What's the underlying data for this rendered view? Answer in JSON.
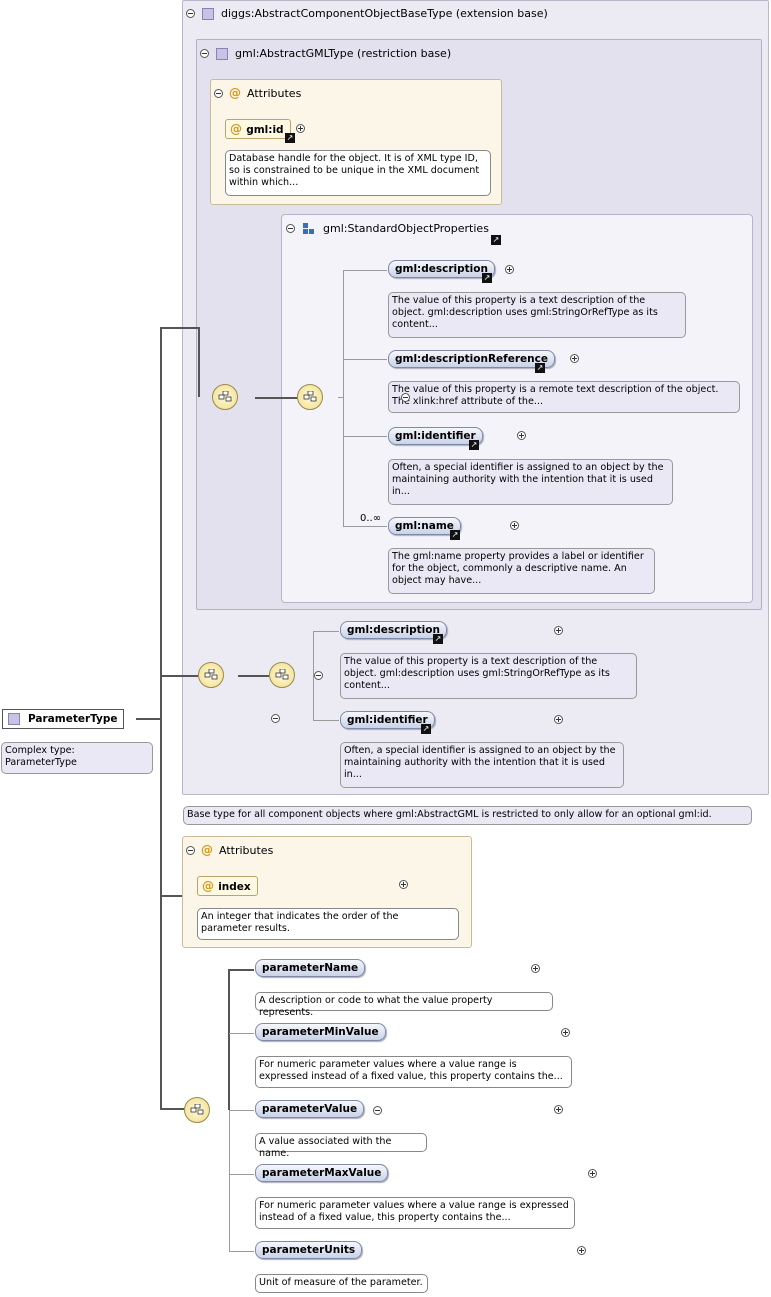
{
  "root": {
    "name": "ParameterType",
    "note": [
      "Complex type:",
      "ParameterType"
    ]
  },
  "ext_base": {
    "title": "diggs:AbstractComponentObjectBaseType (extension base)",
    "note": "Base type for all component objects where gml:AbstractGML is restricted to only allow for an optional gml:id."
  },
  "res_base": {
    "title": "gml:AbstractGMLType (restriction base)",
    "attributes_label": "Attributes",
    "id_attr": "gml:id",
    "id_note": [
      "Database handle for the object. It is of XML type ID,",
      "so is constrained to be unique in the XML document",
      "within which..."
    ]
  },
  "std_group": {
    "title": "gml:StandardObjectProperties",
    "cardinality": "0..∞",
    "elements": [
      {
        "name": "gml:description",
        "note": [
          "The value of this property is a text description of the",
          "object. gml:description uses gml:StringOrRefType as its",
          "content..."
        ]
      },
      {
        "name": "gml:descriptionReference",
        "note": [
          "The value of this property is a remote text description of the object.",
          "The xlink:href attribute of the..."
        ]
      },
      {
        "name": "gml:identifier",
        "note": [
          "Often, a special identifier is assigned to an object by the",
          "maintaining authority with the intention that it is used",
          "in..."
        ]
      },
      {
        "name": "gml:name",
        "note": [
          "The gml:name property provides a label or identifier",
          "for the object, commonly a descriptive name. An",
          "object may have..."
        ]
      }
    ]
  },
  "restricted_seq": [
    {
      "name": "gml:description",
      "note": [
        "The value of this property is a text description of the",
        "object. gml:description uses gml:StringOrRefType as its",
        "content..."
      ]
    },
    {
      "name": "gml:identifier",
      "note": [
        "Often, a special identifier is assigned to an object by the",
        "maintaining authority with the intention that it is used",
        "in..."
      ]
    }
  ],
  "attributes": {
    "label": "Attributes",
    "index_attr": "index",
    "index_note": [
      "An integer that indicates the order of the",
      "parameter results."
    ]
  },
  "params": [
    {
      "name": "parameterName",
      "note": [
        "A description or code to what the value property represents."
      ]
    },
    {
      "name": "parameterMinValue",
      "note": [
        "For numeric parameter values where a value range is",
        "expressed instead of a fixed value, this property contains the..."
      ]
    },
    {
      "name": "parameterValue",
      "note": [
        "A value associated with the name."
      ]
    },
    {
      "name": "parameterMaxValue",
      "note": [
        "For numeric parameter values where a value range is expressed",
        "instead of a fixed value, this property contains the..."
      ]
    },
    {
      "name": "parameterUnits",
      "note": [
        "Unit of measure of the parameter."
      ]
    }
  ],
  "icons": {
    "collapse": "collapse-icon",
    "expand": "expand-icon",
    "sequence": "sequence-icon",
    "link": "link-arrow-icon"
  }
}
